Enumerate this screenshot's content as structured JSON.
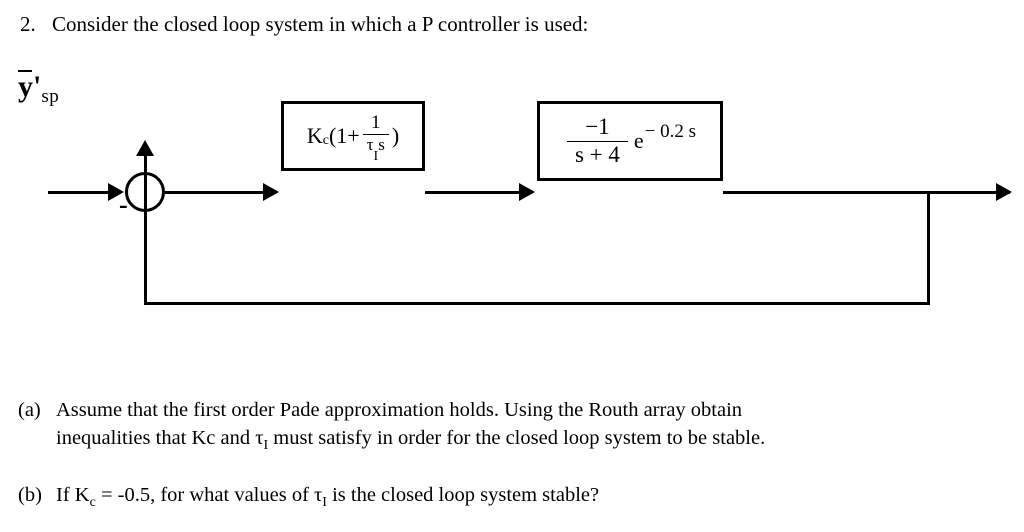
{
  "header": {
    "number": "2.",
    "text": "Consider the closed loop system in which a P controller is used:"
  },
  "diagram": {
    "setpoint": {
      "symbol": "y",
      "prime": "'",
      "subscript": "sp"
    },
    "summing_junction": {
      "name": "summing-junction",
      "negative_sign": "-"
    },
    "controller_block": {
      "gain": "K",
      "gain_sub": "c",
      "open_paren": "(1+",
      "numerator": "1",
      "denominator_tau": "τ",
      "denominator_tau_sub": "I",
      "denominator_s": "s",
      "close_paren": ")"
    },
    "process_block": {
      "numerator": "−1",
      "denominator": "s + 4",
      "exp_base": "e",
      "exponent": "− 0.2 s"
    }
  },
  "parts": [
    {
      "tag": "(a)",
      "line1": "Assume that the first order Pade approximation holds.  Using the Routh array obtain",
      "line2_pre": "inequalities that Kc and ",
      "line2_tau": "τ",
      "line2_tau_sub": "I",
      "line2_post": " must satisfy in order for the closed loop system to be stable."
    },
    {
      "tag": "(b)",
      "line1_pre": "If K",
      "line1_sub": "c",
      "line1_mid": " = -0.5, for what values of ",
      "line1_tau": "τ",
      "line1_tau_sub": "I",
      "line1_post": " is the closed loop system stable?"
    }
  ],
  "colors": {
    "ink": "#000000",
    "paper": "#ffffff"
  }
}
